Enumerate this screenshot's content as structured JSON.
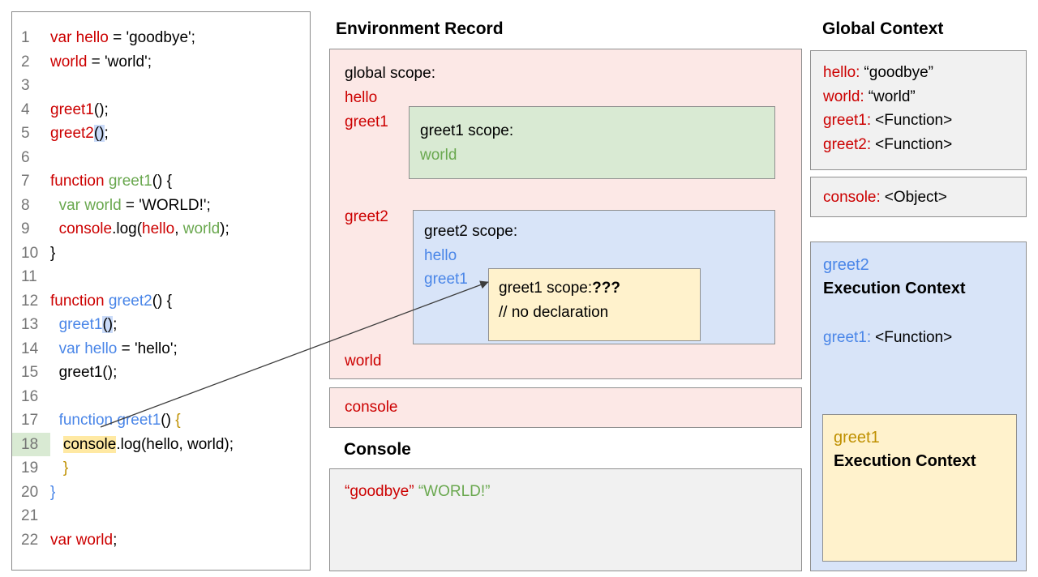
{
  "palette": {
    "red": "#cc0000",
    "green": "#6aa84f",
    "blue": "#4a86e8",
    "gold": "#bf9000",
    "pink_fill": "#fce8e6",
    "green_fill": "#d9ead3",
    "blue_fill": "#d8e4f8",
    "yellow_fill": "#fff2cc",
    "gray_fill": "#f1f1f1",
    "highlight_yellow": "#ffe9a3",
    "highlight_blue": "#c9daf8",
    "line_highlight_green": "#d9ead3"
  },
  "code_panel": {
    "lines": [
      {
        "num": "1",
        "segments": [
          {
            "t": "var hello",
            "c": "red"
          },
          {
            "t": " = 'goodbye';",
            "c": "black"
          }
        ]
      },
      {
        "num": "2",
        "segments": [
          {
            "t": "world",
            "c": "red"
          },
          {
            "t": " = 'world';",
            "c": "black"
          }
        ]
      },
      {
        "num": "3",
        "segments": []
      },
      {
        "num": "4",
        "segments": [
          {
            "t": "greet1",
            "c": "red"
          },
          {
            "t": "();",
            "c": "black"
          }
        ]
      },
      {
        "num": "5",
        "segments": [
          {
            "t": "greet2",
            "c": "red"
          },
          {
            "t": "()",
            "c": "black",
            "hl": "blue"
          },
          {
            "t": ";",
            "c": "black"
          }
        ]
      },
      {
        "num": "6",
        "segments": []
      },
      {
        "num": "7",
        "segments": [
          {
            "t": "function ",
            "c": "red"
          },
          {
            "t": "greet1",
            "c": "green"
          },
          {
            "t": "() {",
            "c": "black"
          }
        ]
      },
      {
        "num": "8",
        "segments": [
          {
            "t": "  ",
            "c": "black"
          },
          {
            "t": "var world",
            "c": "green"
          },
          {
            "t": " = 'WORLD!';",
            "c": "black"
          }
        ]
      },
      {
        "num": "9",
        "segments": [
          {
            "t": "  ",
            "c": "black"
          },
          {
            "t": "console",
            "c": "red"
          },
          {
            "t": ".log(",
            "c": "black"
          },
          {
            "t": "hello",
            "c": "red"
          },
          {
            "t": ", ",
            "c": "black"
          },
          {
            "t": "world",
            "c": "green"
          },
          {
            "t": ");",
            "c": "black"
          }
        ]
      },
      {
        "num": "10",
        "segments": [
          {
            "t": "}",
            "c": "black"
          }
        ]
      },
      {
        "num": "11",
        "segments": []
      },
      {
        "num": "12",
        "segments": [
          {
            "t": "function ",
            "c": "red"
          },
          {
            "t": "greet2",
            "c": "blue"
          },
          {
            "t": "() {",
            "c": "black"
          }
        ]
      },
      {
        "num": "13",
        "segments": [
          {
            "t": "  ",
            "c": "black"
          },
          {
            "t": "greet1",
            "c": "blue"
          },
          {
            "t": "()",
            "c": "black",
            "hl": "blue"
          },
          {
            "t": ";",
            "c": "black"
          }
        ]
      },
      {
        "num": "14",
        "segments": [
          {
            "t": "  ",
            "c": "black"
          },
          {
            "t": "var hello",
            "c": "blue"
          },
          {
            "t": " = 'hello';",
            "c": "black"
          }
        ]
      },
      {
        "num": "15",
        "segments": [
          {
            "t": "  ",
            "c": "black"
          },
          {
            "t": "greet1();",
            "c": "black"
          }
        ]
      },
      {
        "num": "16",
        "segments": []
      },
      {
        "num": "17",
        "segments": [
          {
            "t": "  ",
            "c": "black"
          },
          {
            "t": "function greet1",
            "c": "blue"
          },
          {
            "t": "() ",
            "c": "black"
          },
          {
            "t": "{",
            "c": "gold"
          }
        ]
      },
      {
        "num": "18",
        "num_highlight": true,
        "segments": [
          {
            "t": "   ",
            "c": "black"
          },
          {
            "t": "console",
            "c": "black",
            "hl": "yellow"
          },
          {
            "t": ".log(hello, world);",
            "c": "black"
          }
        ]
      },
      {
        "num": "19",
        "segments": [
          {
            "t": "   ",
            "c": "black"
          },
          {
            "t": "}",
            "c": "gold"
          }
        ]
      },
      {
        "num": "20",
        "segments": [
          {
            "t": "}",
            "c": "blue"
          }
        ]
      },
      {
        "num": "21",
        "segments": []
      },
      {
        "num": "22",
        "segments": [
          {
            "t": "var world",
            "c": "red"
          },
          {
            "t": ";",
            "c": "black"
          }
        ]
      }
    ]
  },
  "env": {
    "title": "Environment Record",
    "global_label": "global scope:",
    "global_var1": "hello",
    "global_var2": "greet1",
    "global_var3": "greet2",
    "global_var4": "world",
    "console_var": "console",
    "greet1_scope": {
      "label": "greet1 scope:",
      "var1": "world"
    },
    "greet2_scope": {
      "label": "greet2 scope:",
      "var1": "hello",
      "var2": "greet1"
    },
    "greet1_inner": {
      "label": "greet1 scope:",
      "question": "???",
      "comment": "// no declaration"
    }
  },
  "console_panel": {
    "title": "Console",
    "out1": "“goodbye”",
    "out2": "“WORLD!”"
  },
  "global_context": {
    "title": "Global Context",
    "entries": [
      {
        "name": "hello:",
        "value": "“goodbye”"
      },
      {
        "name": "world:",
        "value": "“world”"
      },
      {
        "name": "greet1:",
        "value": "<Function>"
      },
      {
        "name": "greet2:",
        "value": "<Function>"
      }
    ],
    "console_entry": {
      "name": "console:",
      "value": "<Object>"
    }
  },
  "greet2_context": {
    "name": "greet2",
    "label": "Execution Context",
    "entry": {
      "name": "greet1:",
      "value": "<Function>"
    },
    "inner": {
      "name": "greet1",
      "label": "Execution Context"
    }
  }
}
